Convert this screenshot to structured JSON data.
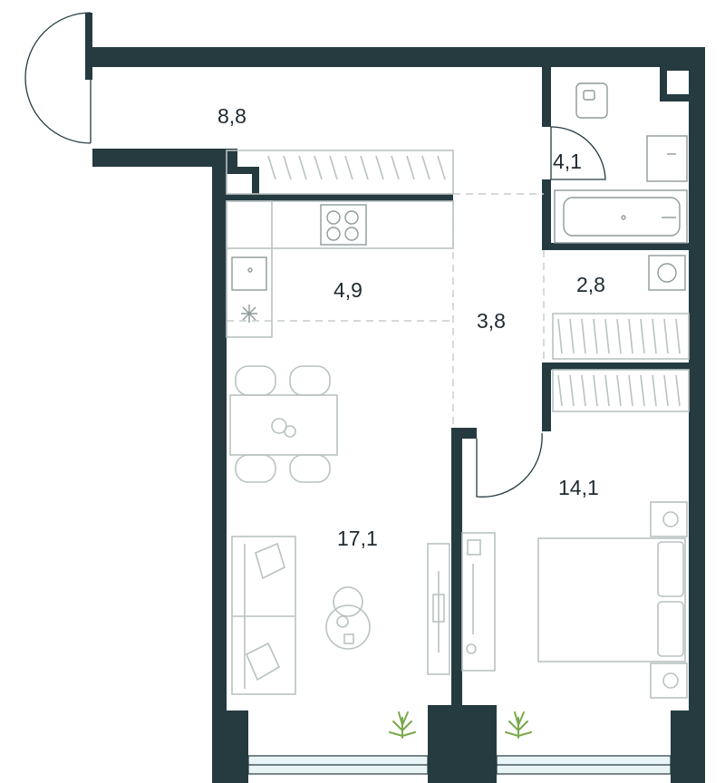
{
  "plan": {
    "colors": {
      "wall": "#253b40",
      "fixture": "#b9c2c2",
      "plant": "#79a94c",
      "window": "#e8f4f6"
    },
    "rooms": {
      "balcony": {
        "area": "8,8"
      },
      "bathroom": {
        "area": "4,1"
      },
      "kitchen": {
        "area": "4,9"
      },
      "hallway": {
        "area": "3,8"
      },
      "closet": {
        "area": "2,8"
      },
      "bedroom": {
        "area": "14,1"
      },
      "living": {
        "area": "17,1"
      }
    },
    "icons": [
      "door-swing-icon",
      "toilet-icon",
      "sink-icon",
      "bathtub-icon",
      "stove-icon",
      "washing-machine-icon",
      "bed-icon",
      "sofa-icon",
      "plant-icon",
      "tv-icon"
    ]
  }
}
